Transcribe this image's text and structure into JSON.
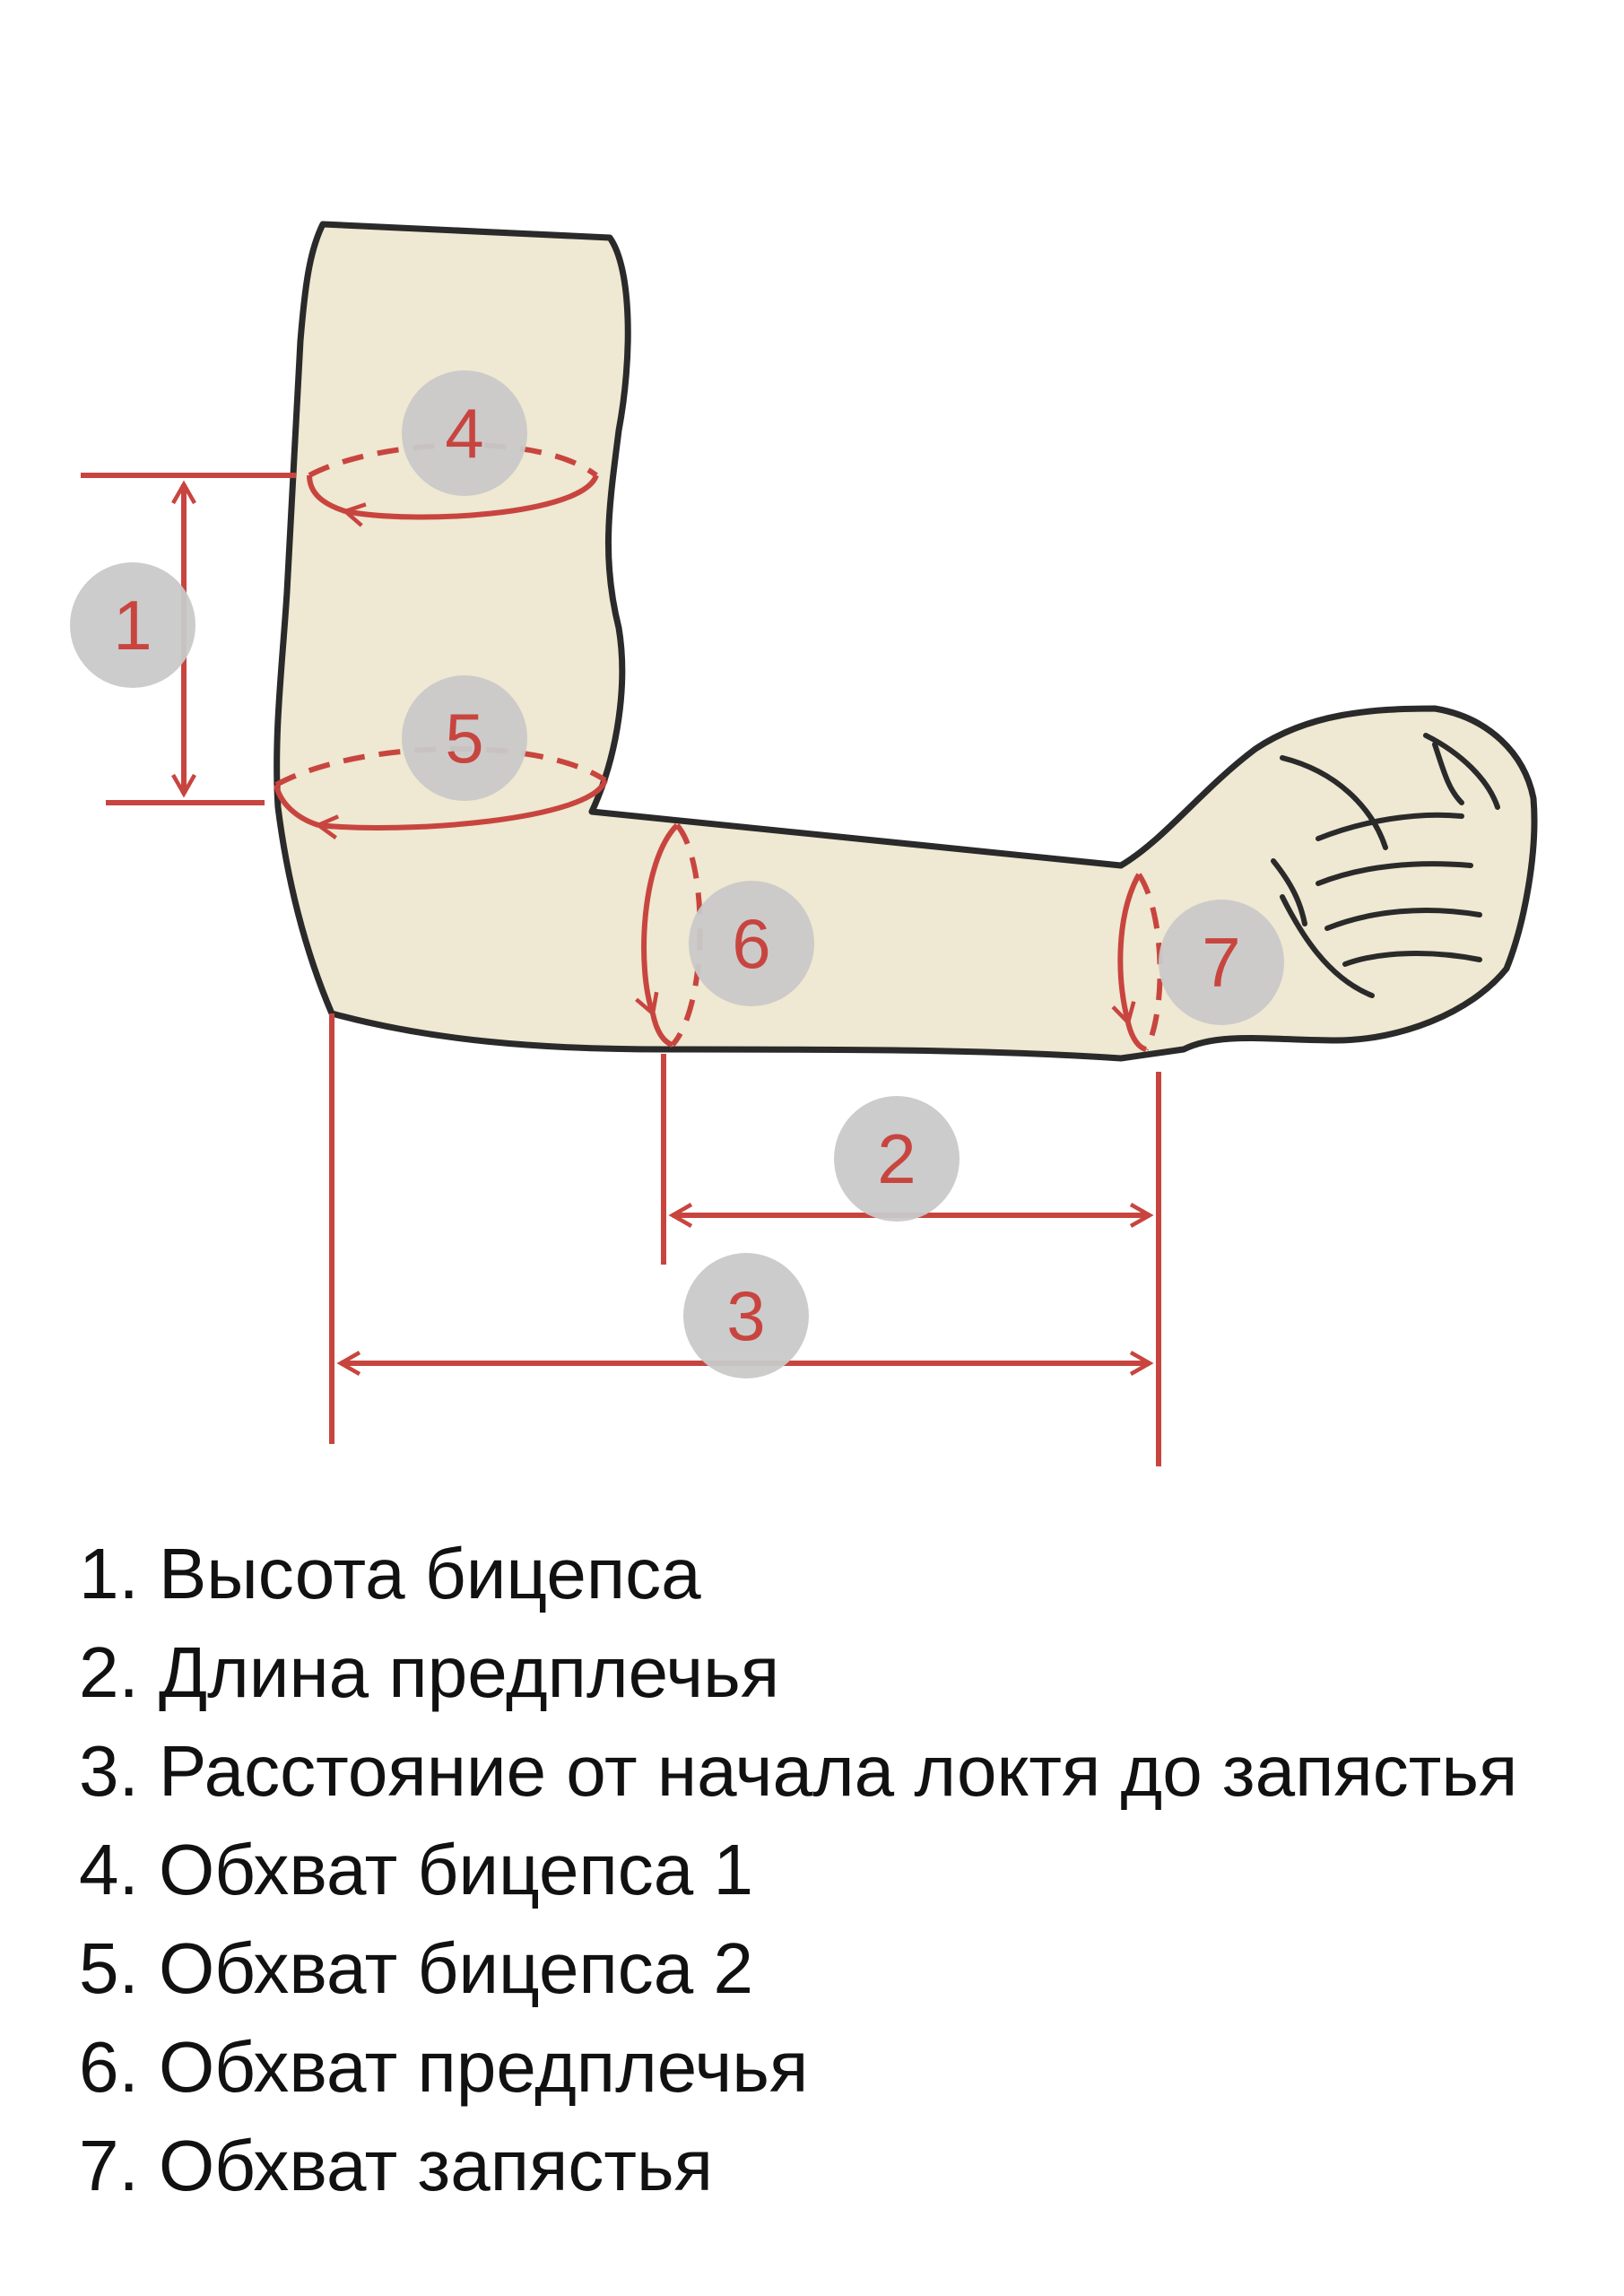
{
  "diagram": {
    "markers": [
      {
        "id": "1",
        "label": "1"
      },
      {
        "id": "2",
        "label": "2"
      },
      {
        "id": "3",
        "label": "3"
      },
      {
        "id": "4",
        "label": "4"
      },
      {
        "id": "5",
        "label": "5"
      },
      {
        "id": "6",
        "label": "6"
      },
      {
        "id": "7",
        "label": "7"
      }
    ],
    "colors": {
      "measure_line": "#c8453f",
      "arm_fill": "#efe8d2",
      "arm_outline": "#2a2a2a",
      "badge_fill": "#c9c9c9"
    }
  },
  "legend": {
    "items": [
      "1. Высота бицепса",
      "2. Длина предплечья",
      "3. Расстояние от начала локтя до запястья",
      "4. Обхват бицепса 1",
      "5. Обхват бицепса 2",
      "6. Обхват предплечья",
      "7. Обхват запястья"
    ]
  }
}
